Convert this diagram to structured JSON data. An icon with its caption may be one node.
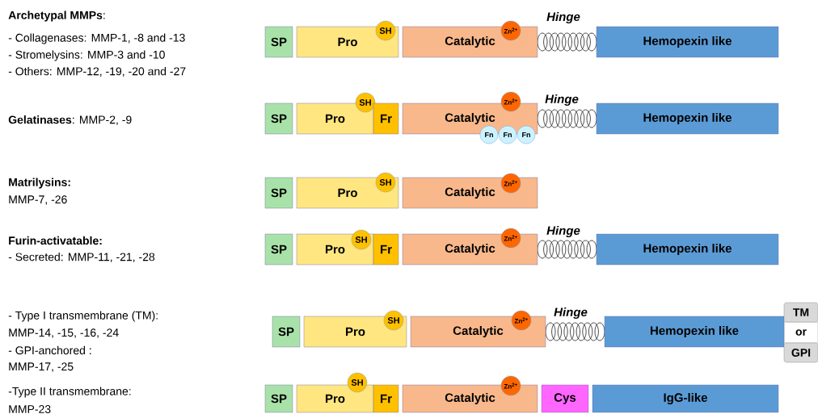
{
  "diagram": {
    "nodes": [
      {
        "text": [
          "SP"
        ]
      },
      {
        "text": [
          "Pro"
        ]
      },
      {
        "text": [
          "SH"
        ]
      },
      {
        "text": [
          "Catalytic"
        ]
      },
      {
        "text": [
          "Zn$^{2+}$"
        ]
      },
      {
        "text": [
          "Hemopexin like"
        ]
      },
      {
        "text": [
          "SP"
        ]
      },
      {
        "text": [
          "Pro"
        ]
      },
      {
        "text": [
          "SH"
        ]
      },
      {
        "text": [
          "Fr"
        ]
      },
      {
        "text": [
          "Catalytic"
        ]
      },
      {
        "text": [
          "Zn$^{2+}$"
        ]
      },
      {
        "text": [
          "Fn"
        ]
      },
      {
        "text": [
          "Fn"
        ]
      },
      {
        "text": [
          "Fn"
        ]
      },
      {
        "text": [
          "Hemopexin like"
        ]
      },
      {
        "text": [
          "SP"
        ]
      },
      {
        "text": [
          "Pro"
        ]
      },
      {
        "text": [
          "SH"
        ]
      },
      {
        "text": [
          "Catalytic"
        ]
      },
      {
        "text": [
          "Zn$^{2+}$"
        ]
      },
      {
        "text": [
          "SP"
        ]
      },
      {
        "text": [
          "Pro"
        ]
      },
      {
        "text": [
          "SH"
        ]
      },
      {
        "text": [
          "Fr"
        ]
      },
      {
        "text": [
          "Catalytic"
        ]
      },
      {
        "text": [
          "Zn$^{2+}$"
        ]
      },
      {
        "text": [
          "Hemopexin like"
        ]
      },
      {
        "text": [
          "SP"
        ]
      },
      {
        "text": [
          "Pro"
        ]
      },
      {
        "text": [
          "SH"
        ]
      },
      {
        "text": [
          "Catalytic"
        ]
      },
      {
        "text": [
          "Zn$^{2+}$"
        ]
      },
      {
        "text": [
          "Hemopexin like"
        ]
      },
      {
        "text": [
          "TM"
        ]
      },
      {
        "text": [
          "GPI"
        ]
      },
      {
        "text": [
          "SP"
        ]
      },
      {
        "text": [
          "Pro"
        ]
      },
      {
        "text": [
          "SH"
        ]
      },
      {
        "text": [
          "Fr"
        ]
      },
      {
        "text": [
          "Catalytic"
        ]
      },
      {
        "text": [
          "Zn$^{2+}$"
        ]
      },
      {
        "text": [
          "Cys"
        ]
      },
      {
        "text": [
          "IgG-like"
        ]
      }
    ],
    "labels": [
      "**Archetypal MMPs**:",
      "Hinge",
      "- Collagenases: MMP-1, -8 and -13",
      "- Stromelysins: MMP-3 and -10",
      "- Others: MMP-12, -19, -20 and -27",
      "Hinge",
      "**Gelatinases**: MMP-2, -9",
      "Matrilysins:",
      "MMP-7, -26",
      "Hinge",
      "Furin-activatable:",
      "- Secreted: MMP-11, -21, -28",
      "- Type I transmembrane (TM):",
      "Hinge",
      "MMP-14, -15, -16, -24",
      "or",
      "- GPI-anchored :",
      "MMP-17, -25",
      "-Type II transmembrane:",
      "MMP-23"
    ]
  }
}
